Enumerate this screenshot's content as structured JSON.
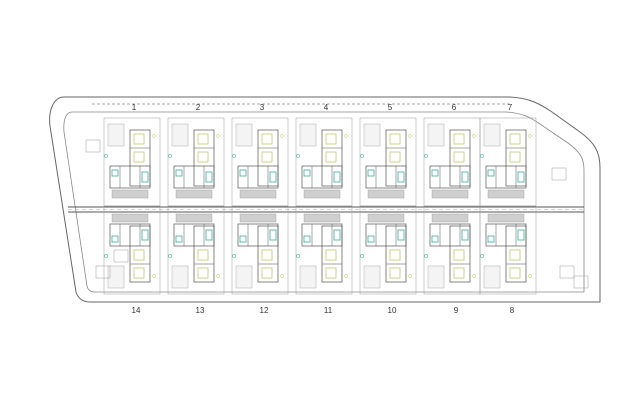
{
  "site_plan": {
    "lot_numbers_top": [
      "1",
      "2",
      "3",
      "4",
      "5",
      "6",
      "7"
    ],
    "lot_numbers_bottom": [
      "14",
      "13",
      "12",
      "11",
      "10",
      "9",
      "8"
    ],
    "colors": {
      "line": "#555555",
      "light_line": "#9a9a9a",
      "room_accent": "#c7cf7a",
      "wet_accent": "#4fb6a8",
      "hatch": "#cfcfcf"
    }
  }
}
